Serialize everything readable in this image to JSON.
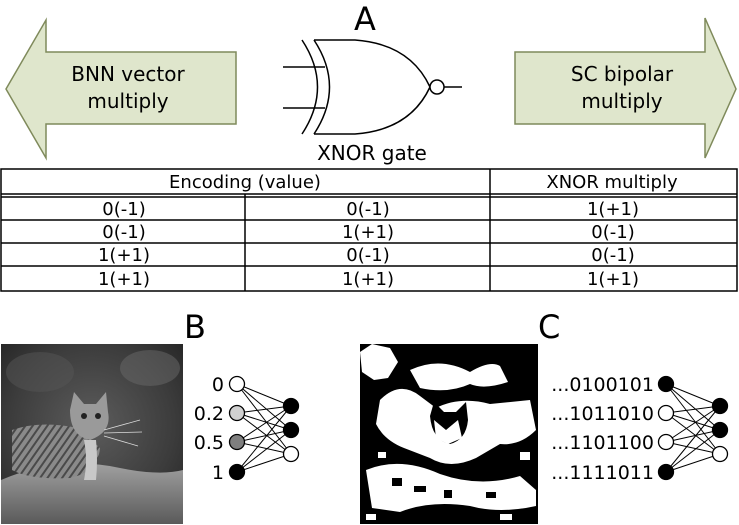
{
  "panel_a": {
    "label": "A",
    "gate_label": "XNOR gate",
    "left_arrow": {
      "line1": "BNN vector",
      "line2": "multiply",
      "fill": "#dfe6cc",
      "stroke": "#7f8a5b"
    },
    "right_arrow": {
      "line1": "SC bipolar",
      "line2": "multiply",
      "fill": "#dfe6cc",
      "stroke": "#7f8a5b"
    },
    "table": {
      "header_encoding": "Encoding (value)",
      "header_xnor": "XNOR multiply",
      "rows": [
        [
          "0(-1)",
          "0(-1)",
          "1(+1)"
        ],
        [
          "0(-1)",
          "1(+1)",
          "0(-1)"
        ],
        [
          "1(+1)",
          "0(-1)",
          "0(-1)"
        ],
        [
          "1(+1)",
          "1(+1)",
          "1(+1)"
        ]
      ]
    }
  },
  "panel_b": {
    "label": "B",
    "input_labels": [
      "0",
      "0.2",
      "0.5",
      "1"
    ],
    "input_colors": [
      "#ffffff",
      "#d0d0d0",
      "#7f7f7f",
      "#000000"
    ],
    "output_colors": [
      "#000000",
      "#000000",
      "#ffffff"
    ]
  },
  "panel_c": {
    "label": "C",
    "input_labels": [
      "...0100101",
      "...1011010",
      "...1101100",
      "...1111011"
    ],
    "input_colors": [
      "#000000",
      "#ffffff",
      "#ffffff",
      "#000000"
    ],
    "output_colors": [
      "#000000",
      "#000000",
      "#ffffff"
    ]
  }
}
